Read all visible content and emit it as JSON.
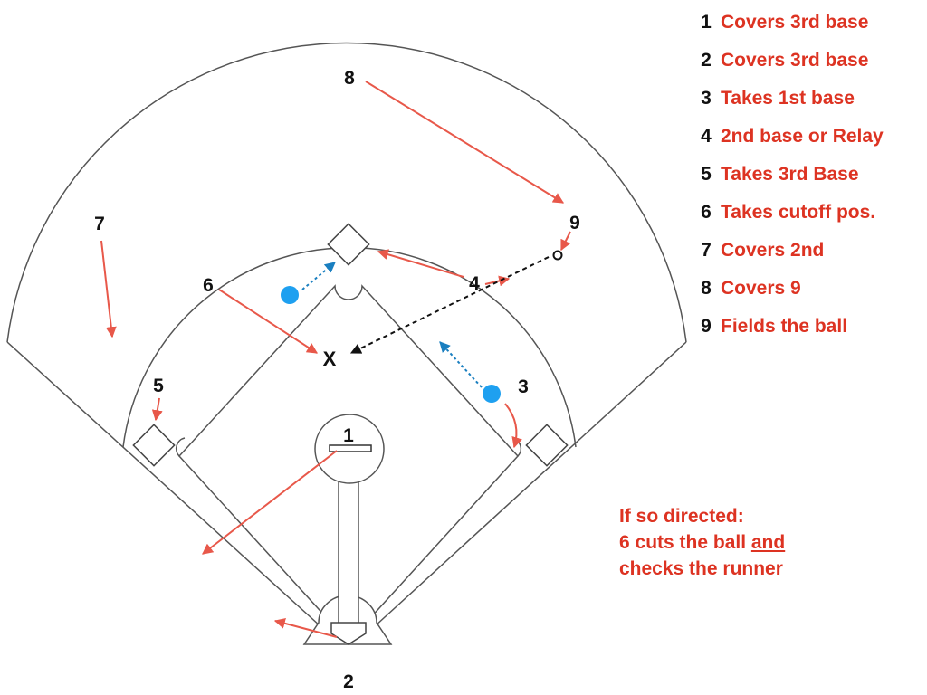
{
  "positions": [
    "1",
    "2",
    "3",
    "4",
    "5",
    "6",
    "7",
    "8",
    "9"
  ],
  "cutoff_mark": "X",
  "legend": [
    {
      "number": "1",
      "text": "Covers 3rd base"
    },
    {
      "number": "2",
      "text": "Covers 3rd base"
    },
    {
      "number": "3",
      "text": "Takes 1st base"
    },
    {
      "number": "4",
      "text": "2nd base or Relay"
    },
    {
      "number": "5",
      "text": "Takes 3rd Base"
    },
    {
      "number": "6",
      "text": "Takes cutoff pos."
    },
    {
      "number": "7",
      "text": "Covers 2nd"
    },
    {
      "number": "8",
      "text": "Covers 9"
    },
    {
      "number": "9",
      "text": "Fields the ball"
    }
  ],
  "note": {
    "line1": "If so directed:",
    "line2_before": "6 cuts the ball ",
    "line2_underlined": "and",
    "line3": "checks the runner"
  },
  "colors": {
    "movement_arrow": "#e8584a",
    "runner": "#1ea0f0",
    "runner_path": "#1a7fc0",
    "throw_path": "#111111",
    "field_lines": "#555555",
    "legend_text": "#dd3322"
  }
}
